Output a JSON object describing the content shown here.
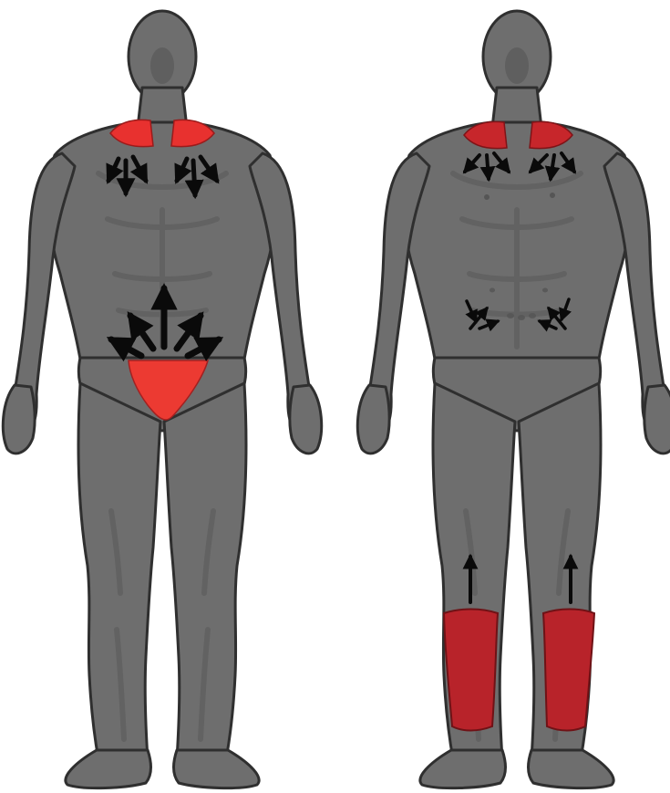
{
  "colors": {
    "body_base": "#6e6e6e",
    "body_dark": "#4d4d4d",
    "body_light": "#8a8a8a",
    "outline": "#2f2f2f",
    "highlight_bright": "#e8312f",
    "highlight_dark": "#b81f24",
    "arrow": "#0a0a0a",
    "background": "#ffffff"
  },
  "figures": [
    {
      "id": "left-figure",
      "highlights": [
        "neck-shoulders",
        "groin"
      ],
      "arrow_groups": [
        "chest-downward",
        "pelvis-radiating-upward"
      ]
    },
    {
      "id": "right-figure",
      "highlights": [
        "neck-shoulders",
        "lower-legs"
      ],
      "arrow_groups": [
        "chest-downward",
        "abdomen-inward",
        "shins-upward"
      ]
    }
  ]
}
